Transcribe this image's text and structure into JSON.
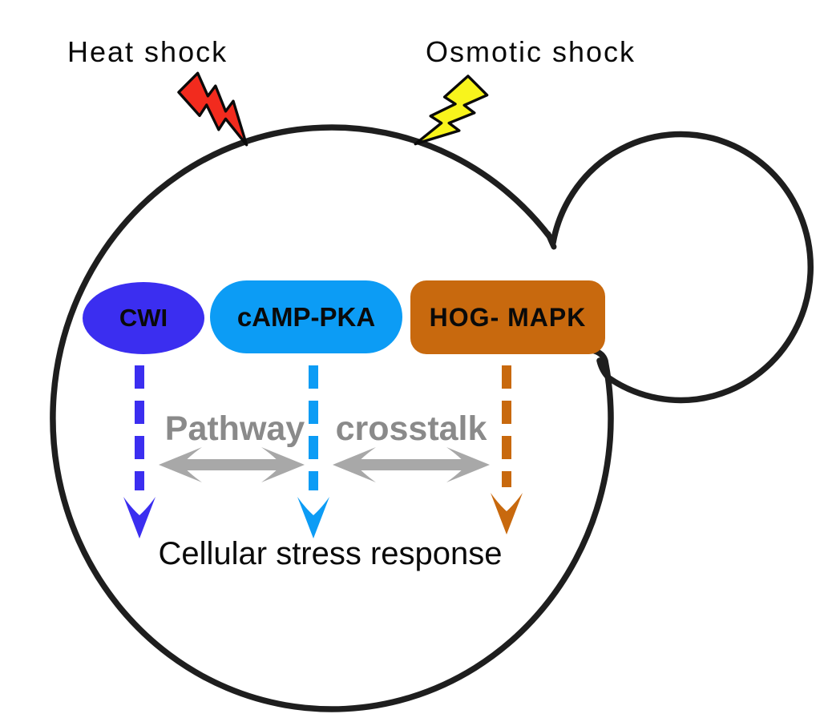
{
  "stressors": [
    {
      "label": "Heat shock",
      "icon": "lightning-bolt",
      "bolt_color": "#F22B1E"
    },
    {
      "label": "Osmotic shock",
      "icon": "lightning-bolt",
      "bolt_color": "#F8F41C"
    }
  ],
  "cell": {
    "description": "budding yeast cell outline",
    "outline_color": "#1E1E1E"
  },
  "pathways": [
    {
      "label": "CWI",
      "shape": "ellipse",
      "color": "#3B2EF0"
    },
    {
      "label": "cAMP-PKA",
      "shape": "pill",
      "color": "#0C9CF5"
    },
    {
      "label": "HOG- MAPK",
      "shape": "rounded-rect",
      "color": "#C8690E"
    }
  ],
  "crosstalk": {
    "label_left": "Pathway",
    "label_right": "crosstalk",
    "text_color": "#8A8A8A",
    "arrow_color": "#A8A8A8"
  },
  "response": {
    "label": "Cellular stress response"
  }
}
